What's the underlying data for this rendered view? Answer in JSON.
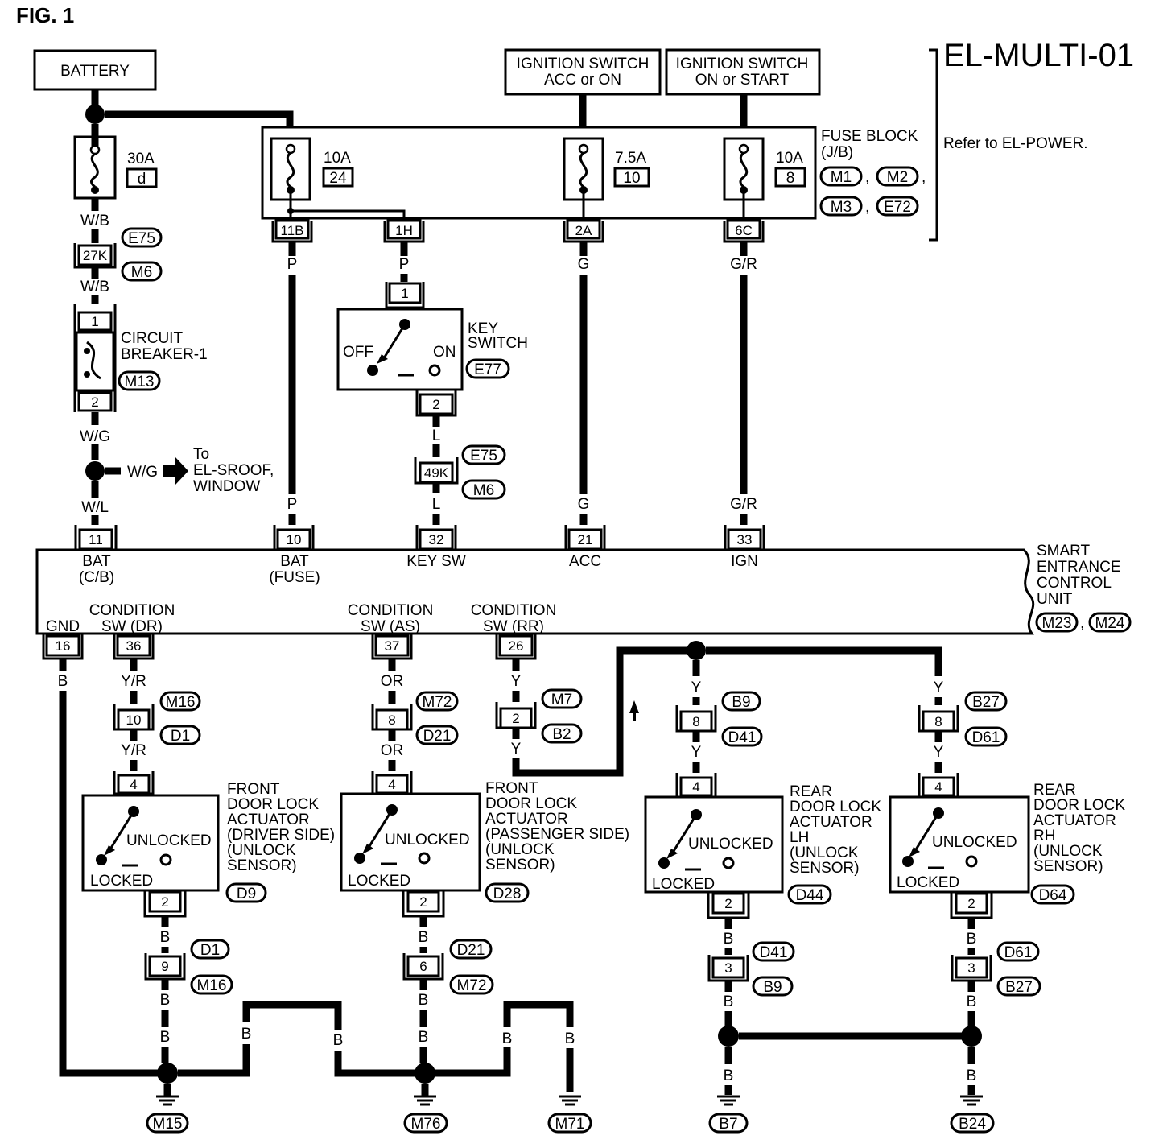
{
  "fig_label": "FIG. 1",
  "page_code": "EL-MULTI-01",
  "refer_note": "Refer to EL-POWER.",
  "battery": "BATTERY",
  "ign_acc": [
    "IGNITION SWITCH",
    "ACC or ON"
  ],
  "ign_on": [
    "IGNITION SWITCH",
    "ON or START"
  ],
  "fuse_block": [
    "FUSE BLOCK",
    "(J/B)"
  ],
  "fuse_block_conns": [
    "M1",
    "M2",
    "M3",
    "E72"
  ],
  "fuses": [
    {
      "amp": "30A",
      "id": "d"
    },
    {
      "amp": "10A",
      "id": "24"
    },
    {
      "amp": "7.5A",
      "id": "10"
    },
    {
      "amp": "10A",
      "id": "8"
    }
  ],
  "jb_terminals": [
    "11B",
    "1H",
    "2A",
    "6C"
  ],
  "wires": {
    "wb": "W/B",
    "wg": "W/G",
    "wl": "W/L",
    "p": "P",
    "g": "G",
    "gr": "G/R",
    "l": "L",
    "yr": "Y/R",
    "or": "OR",
    "y": "Y",
    "b": "B"
  },
  "conn_27k": "27K",
  "conn_49k": "49K",
  "conn_tags": {
    "e75": "E75",
    "m6": "M6",
    "m13": "M13",
    "e77": "E77"
  },
  "circuit_breaker": [
    "CIRCUIT",
    "BREAKER-1"
  ],
  "cb_pins": [
    "1",
    "2"
  ],
  "to_note": [
    "To",
    "EL-SROOF,",
    "WINDOW"
  ],
  "key_switch": [
    "KEY",
    "SWITCH"
  ],
  "key_pins": [
    "1",
    "2"
  ],
  "off": "OFF",
  "on": "ON",
  "secu_title": [
    "SMART",
    "ENTRANCE",
    "CONTROL",
    "UNIT"
  ],
  "secu_conns": [
    "M23",
    "M24"
  ],
  "secu_top": [
    {
      "pin": "11",
      "label": [
        "BAT",
        "(C/B)"
      ]
    },
    {
      "pin": "10",
      "label": [
        "BAT",
        "(FUSE)"
      ]
    },
    {
      "pin": "32",
      "label": [
        "KEY SW"
      ]
    },
    {
      "pin": "21",
      "label": [
        "ACC"
      ]
    },
    {
      "pin": "33",
      "label": [
        "IGN"
      ]
    }
  ],
  "secu_bottom": [
    {
      "pin": "16",
      "label": [
        "GND"
      ]
    },
    {
      "pin": "36",
      "label": [
        "CONDITION",
        "SW (DR)"
      ]
    },
    {
      "pin": "37",
      "label": [
        "CONDITION",
        "SW (AS)"
      ]
    },
    {
      "pin": "26",
      "label": [
        "CONDITION",
        "SW (RR)"
      ]
    }
  ],
  "unlocked": "UNLOCKED",
  "locked": "LOCKED",
  "actuators": [
    {
      "name": [
        "FRONT",
        "DOOR LOCK",
        "ACTUATOR",
        "(DRIVER SIDE)",
        "(UNLOCK",
        " SENSOR)"
      ],
      "conn": "D9",
      "in_pin": "4",
      "out_pin": "2",
      "mid_pin": "10",
      "mid_tags": [
        "M16",
        "D1"
      ],
      "gnd_pin": "9",
      "gnd_tags": [
        "D1",
        "M16"
      ]
    },
    {
      "name": [
        "FRONT",
        "DOOR LOCK",
        "ACTUATOR",
        "(PASSENGER SIDE)",
        "(UNLOCK",
        " SENSOR)"
      ],
      "conn": "D28",
      "in_pin": "4",
      "out_pin": "2",
      "mid_pin": "8",
      "mid_tags": [
        "M72",
        "D21"
      ],
      "gnd_pin": "6",
      "gnd_tags": [
        "D21",
        "M72"
      ]
    },
    {
      "name": [
        "REAR",
        "DOOR LOCK",
        "ACTUATOR",
        "LH",
        "(UNLOCK",
        " SENSOR)"
      ],
      "conn": "D44",
      "in_pin": "4",
      "out_pin": "2",
      "mid_pin": "8",
      "mid_tags": [
        "B9",
        "D41"
      ],
      "gnd_pin": "3",
      "gnd_tags": [
        "D41",
        "B9"
      ]
    },
    {
      "name": [
        "REAR",
        "DOOR LOCK",
        "ACTUATOR",
        "RH",
        "(UNLOCK",
        " SENSOR)"
      ],
      "conn": "D64",
      "in_pin": "4",
      "out_pin": "2",
      "mid_pin": "8",
      "mid_tags": [
        "B27",
        "D61"
      ],
      "gnd_pin": "3",
      "gnd_tags": [
        "D61",
        "B27"
      ]
    }
  ],
  "rr_pin": "2",
  "rr_tags": [
    "M7",
    "B2"
  ],
  "grounds": [
    "M15",
    "M76",
    "M71",
    "B7",
    "B24"
  ]
}
